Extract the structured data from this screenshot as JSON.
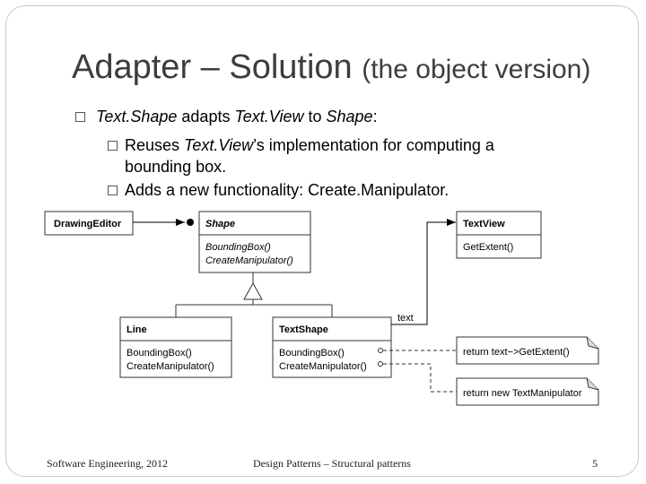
{
  "slide": {
    "title_main": "Adapter – Solution",
    "title_sub": "(the object version)",
    "bullets": {
      "b1": {
        "shape": "Text.Shape",
        "adapts": " adapts ",
        "view": "Text.View",
        "to": " to ",
        "target": "Shape",
        "end": ":"
      },
      "b2": {
        "pre": "Reuses ",
        "view": "Text.View",
        "post": "’s implementation for computing a",
        "cont": "bounding box."
      },
      "b3": {
        "text": "Adds a new functionality: Create.Manipulator."
      }
    }
  },
  "diagram": {
    "drawing_editor": {
      "name": "DrawingEditor"
    },
    "shape": {
      "name": "Shape",
      "ops": [
        "BoundingBox()",
        "CreateManipulator()"
      ]
    },
    "textview": {
      "name": "TextView",
      "ops": [
        "GetExtent()"
      ]
    },
    "line": {
      "name": "Line",
      "ops": [
        "BoundingBox()",
        "CreateManipulator()"
      ]
    },
    "textshape": {
      "name": "TextShape",
      "ops": [
        "BoundingBox()",
        "CreateManipulator()"
      ]
    },
    "assoc_label": "text",
    "notes": [
      "return text−>GetExtent()",
      "return new TextManipulator"
    ]
  },
  "footer": {
    "left": "Software Engineering, 2012",
    "center": "Design Patterns – Structural patterns",
    "page": "5"
  }
}
